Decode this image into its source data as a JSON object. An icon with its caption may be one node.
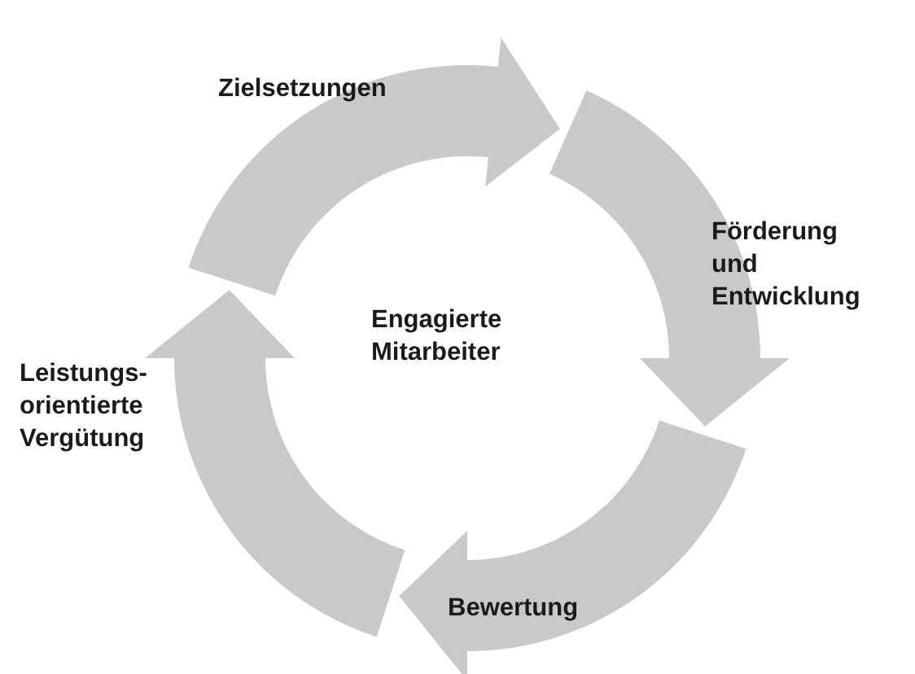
{
  "diagram": {
    "labels": [
      "Zielsetzungen",
      "Förderung und Entwicklung",
      "Engagierte Mitarbeiter",
      "Leistungs- orientierte Vergütung",
      "Bewertung"
    ]
  }
}
